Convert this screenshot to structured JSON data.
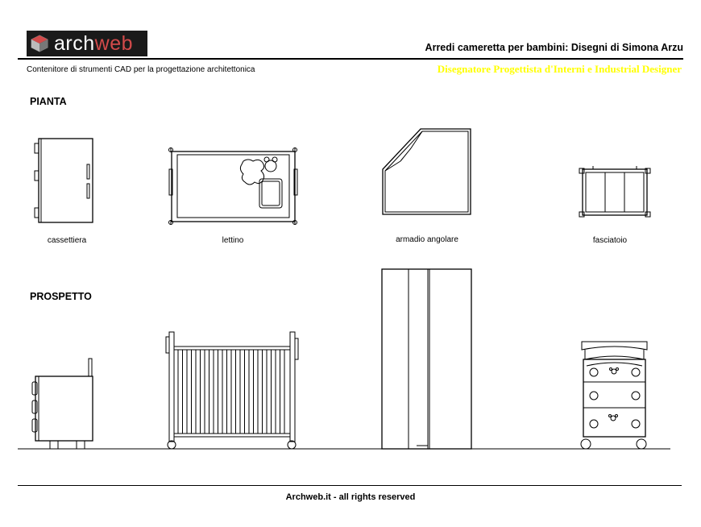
{
  "header": {
    "logo_text_a": "arch",
    "logo_text_b": "web",
    "title": "Arredi cameretta per bambini: Disegni di Simona Arzu",
    "subtitle_left": "Contenitore di strumenti CAD per la progettazione architettonica",
    "subtitle_right": "Disegnatore Progettista d'Interni e Industrial Designer"
  },
  "colors": {
    "accent": "#ffff00",
    "logo_bg": "#1a1a1a",
    "logo_accent": "#d24a4a",
    "line": "#000000"
  },
  "sections": {
    "plan": "PIANTA",
    "elevation": "PROSPETTO"
  },
  "labels": {
    "dresser": "cassettiera",
    "crib": "lettino",
    "wardrobe": "armadio angolare",
    "changing_table": "fasciatoio"
  },
  "footer": {
    "text": "Archweb.it - all rights reserved"
  }
}
